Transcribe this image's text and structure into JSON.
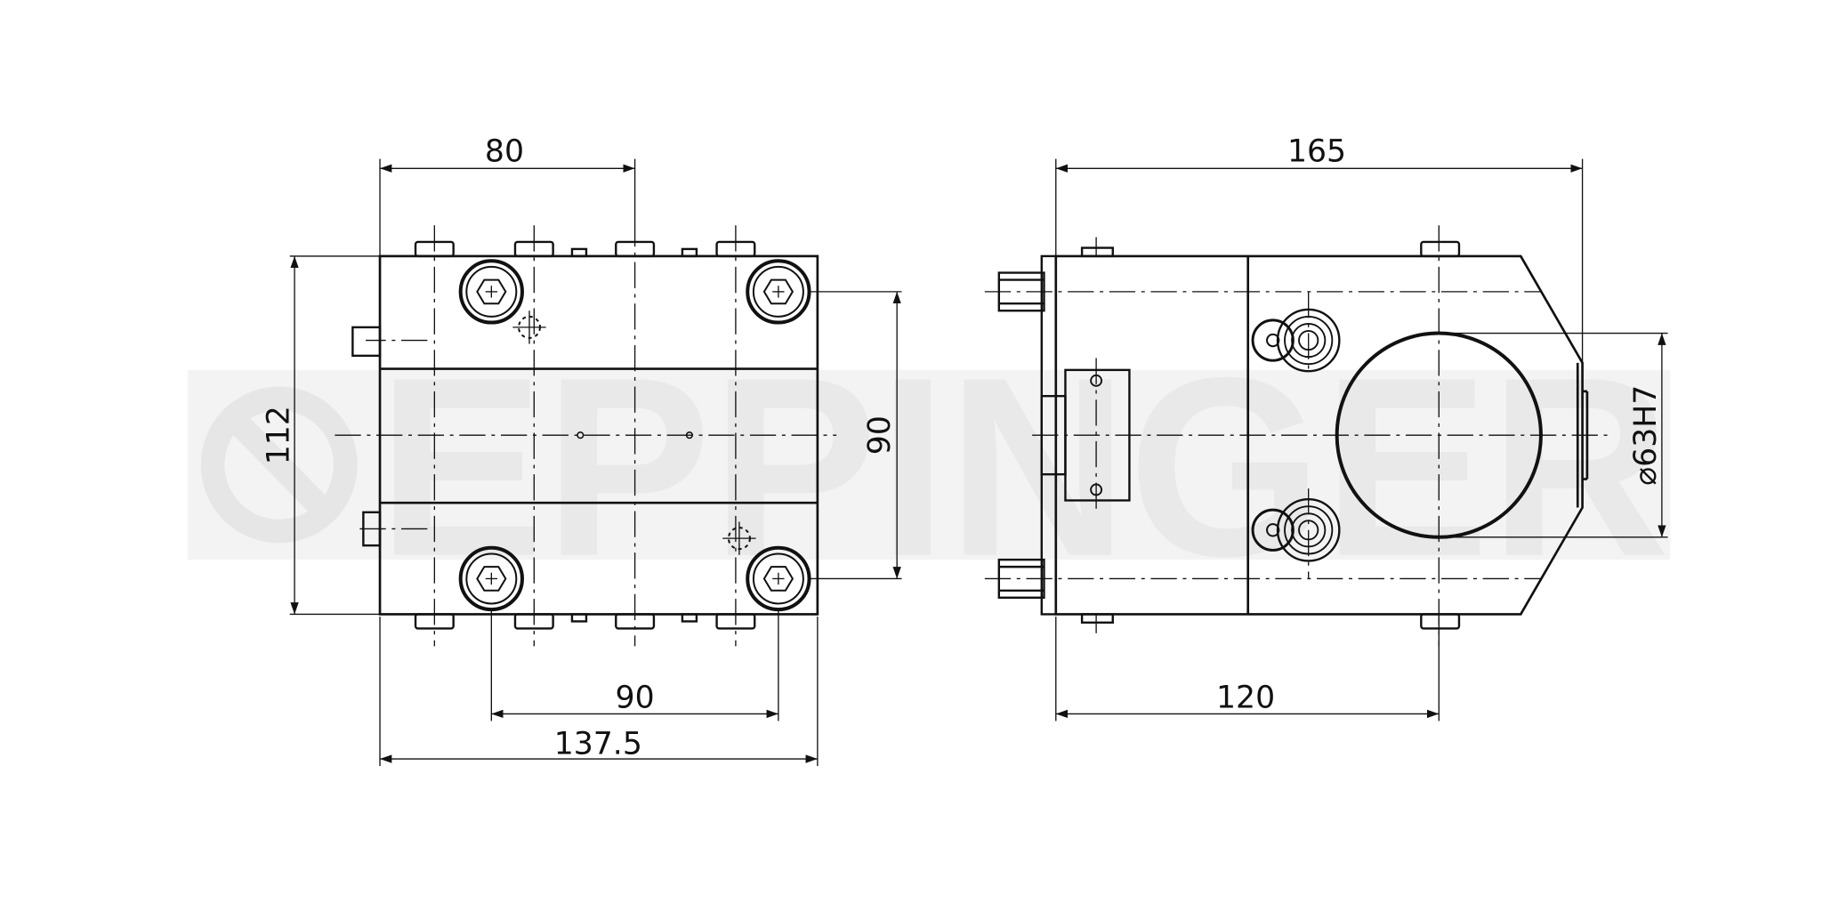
{
  "watermark": {
    "brand": "EPPINGER"
  },
  "front_view": {
    "dims": {
      "width_top": "80",
      "height_left": "112",
      "height_right": "90",
      "bolt_spacing": "90",
      "overall_width": "137.5"
    }
  },
  "side_view": {
    "dims": {
      "overall_width": "165",
      "bore_diameter": "⌀63H7",
      "partial_width": "120"
    }
  }
}
